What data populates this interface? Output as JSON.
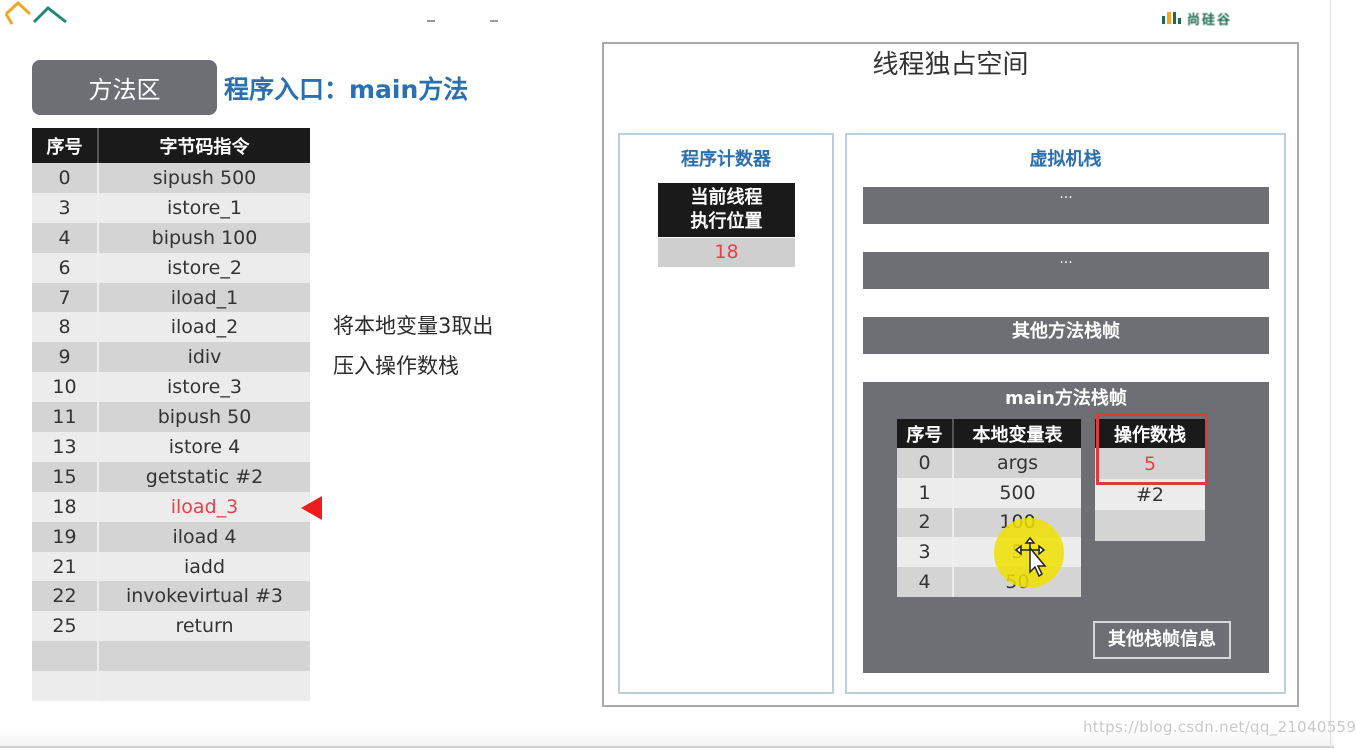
{
  "header": {
    "method_area_label": "方法区",
    "entry_title": "程序入口：main方法",
    "brand_text": "尚硅谷"
  },
  "bytecode_table": {
    "columns": [
      "序号",
      "字节码指令"
    ],
    "rows": [
      {
        "no": "0",
        "instr": "sipush 500"
      },
      {
        "no": "3",
        "instr": "istore_1"
      },
      {
        "no": "4",
        "instr": "bipush 100"
      },
      {
        "no": "6",
        "instr": "istore_2"
      },
      {
        "no": "7",
        "instr": "iload_1"
      },
      {
        "no": "8",
        "instr": "iload_2"
      },
      {
        "no": "9",
        "instr": "idiv"
      },
      {
        "no": "10",
        "instr": "istore_3"
      },
      {
        "no": "11",
        "instr": "bipush 50"
      },
      {
        "no": "13",
        "instr": "istore 4"
      },
      {
        "no": "15",
        "instr": "getstatic #2"
      },
      {
        "no": "18",
        "instr": "iload_3"
      },
      {
        "no": "19",
        "instr": "iload 4"
      },
      {
        "no": "21",
        "instr": "iadd"
      },
      {
        "no": "22",
        "instr": "invokevirtual #3"
      },
      {
        "no": "25",
        "instr": "return"
      },
      {
        "no": "",
        "instr": ""
      },
      {
        "no": "",
        "instr": ""
      }
    ],
    "current_row_index": 11
  },
  "annotation": {
    "line1": "将本地变量3取出",
    "line2": "压入操作数栈"
  },
  "thread_space": {
    "title": "线程独占空间",
    "program_counter": {
      "title": "程序计数器",
      "label": "当前线程执行位置",
      "label_line1": "当前线程",
      "label_line2": "执行位置",
      "value": "18"
    },
    "vm_stack": {
      "title": "虚拟机栈",
      "frames": [
        {
          "label": "···"
        },
        {
          "label": "···"
        },
        {
          "label": "其他方法栈帧"
        }
      ],
      "main_frame": {
        "title": "main方法栈帧",
        "local_vars": {
          "columns": [
            "序号",
            "本地变量表"
          ],
          "rows": [
            {
              "no": "0",
              "value": "args"
            },
            {
              "no": "1",
              "value": "500"
            },
            {
              "no": "2",
              "value": "100"
            },
            {
              "no": "3",
              "value": "5"
            },
            {
              "no": "4",
              "value": "50"
            }
          ]
        },
        "operand_stack": {
          "title": "操作数栈",
          "items": [
            "5",
            "#2",
            ""
          ]
        },
        "other_info": "其他栈帧信息"
      }
    }
  },
  "watermark": "https://blog.csdn.net/qq_21040559",
  "colors": {
    "accent_blue": "#2a6fb0",
    "highlight_red": "#e8404a",
    "frame_gray": "#6d6f75",
    "header_black": "#1a1a1a"
  }
}
